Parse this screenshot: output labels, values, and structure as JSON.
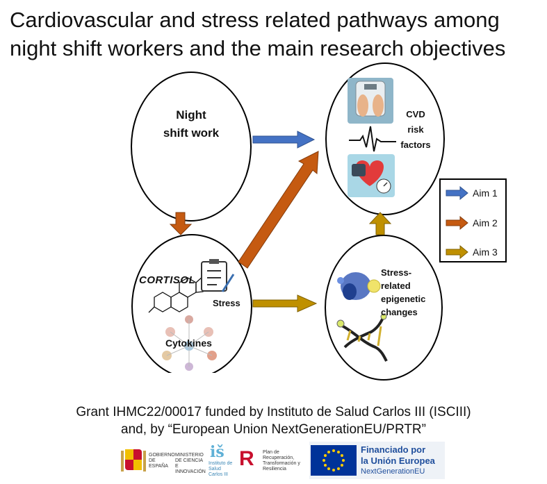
{
  "title": {
    "line1": "Cardiovascular and stress related pathways among",
    "line2": "night shift workers and the main research objectives"
  },
  "nodes": {
    "night_shift": {
      "line1": "Night",
      "line2": "shift work"
    },
    "cvd": {
      "line1": "CVD",
      "line2": "risk",
      "line3": "factors"
    },
    "stress_node": {
      "cortisol": "CORTISOL",
      "stress": "Stress",
      "cytokines": "Cytokines"
    },
    "epigenetic": {
      "line1": "Stress-",
      "line2": "related",
      "line3": "epigenetic",
      "line4": "changes"
    }
  },
  "legend": [
    {
      "label": "Aim 1",
      "color": "#4472c4"
    },
    {
      "label": "Aim 2",
      "color": "#c55a11"
    },
    {
      "label": "Aim 3",
      "color": "#bf9000"
    }
  ],
  "grant": {
    "line1": "Grant IHMC22/00017 funded by Instituto de Salud Carlos III (ISCIII)",
    "line2": "and, by “European Union NextGenerationEU/PRTR”"
  },
  "logos": {
    "gobierno": "GOBIERNO DE ESPAÑA",
    "ministerio": "MINISTERIO DE CIENCIA E INNOVACIÓN",
    "isciii": "Instituto de Salud Carlos III",
    "plan": "Plan de Recuperación, Transformación y Resiliencia",
    "eu_line1": "Financiado por",
    "eu_line2": "la Unión Europea",
    "eu_line3": "NextGenerationEU"
  }
}
